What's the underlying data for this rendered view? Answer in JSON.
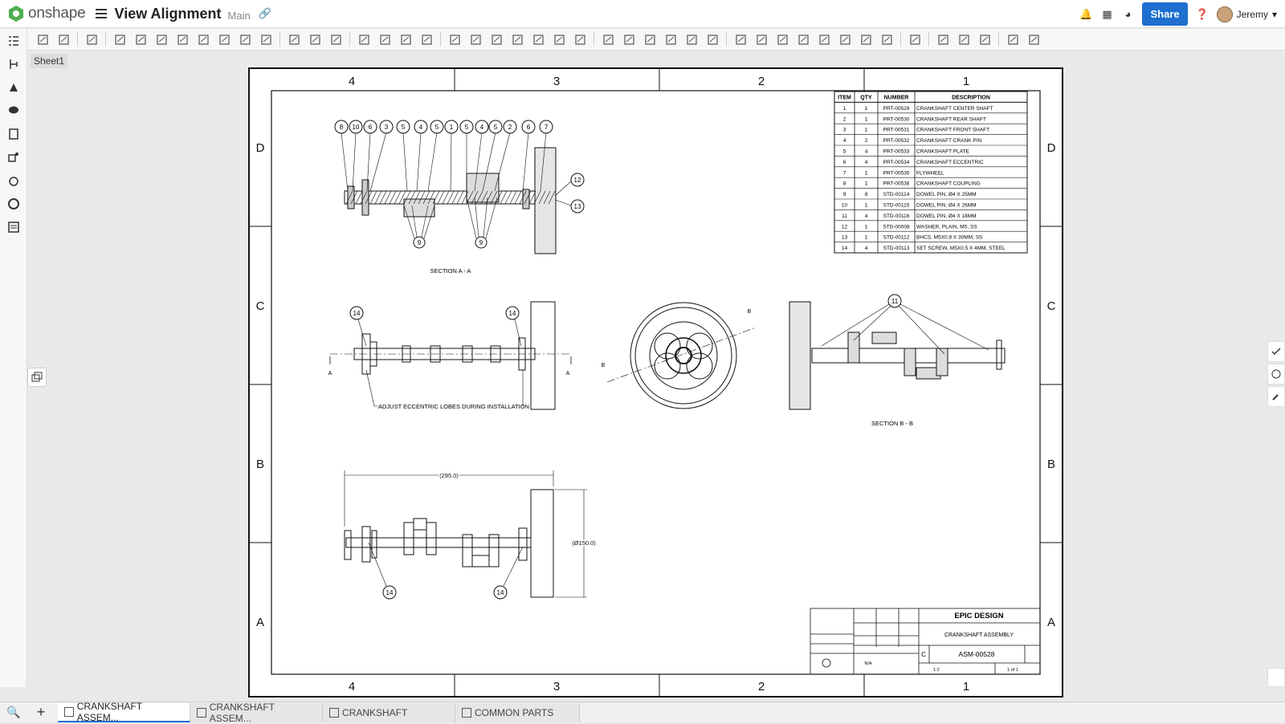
{
  "app": {
    "brand": "onshape",
    "title": "View Alignment",
    "branch": "Main"
  },
  "header": {
    "share_label": "Share",
    "user_name": "Jeremy"
  },
  "sheet_tab": "Sheet1",
  "drawing": {
    "zone_cols": [
      "4",
      "3",
      "2",
      "1"
    ],
    "zone_rows": [
      "D",
      "C",
      "B",
      "A"
    ],
    "section_aa_label": "SECTION A - A",
    "section_bb_label": "SECTION B - B",
    "note_label": "ADJUST ECCENTRIC LOBES DURING INSTALLATION",
    "dim_length": "(295.0)",
    "dim_diameter": "(Ø150.0)",
    "marker_a": "A",
    "marker_b": "B",
    "balloons_top": [
      "8",
      "10",
      "6",
      "3",
      "5",
      "4",
      "5",
      "1",
      "5",
      "4",
      "5",
      "2",
      "6",
      "7"
    ],
    "balloons_misc": {
      "twelve": "12",
      "thirteen": "13",
      "nine": "9",
      "fourteen": "14",
      "eleven": "11"
    },
    "bom": {
      "headers": [
        "ITEM",
        "QTY",
        "NUMBER",
        "DESCRIPTION"
      ],
      "rows": [
        [
          "1",
          "1",
          "PRT-00529",
          "CRANKSHAFT CENTER SHAFT"
        ],
        [
          "2",
          "1",
          "PRT-00530",
          "CRANKSHAFT REAR SHAFT"
        ],
        [
          "3",
          "1",
          "PRT-00531",
          "CRANKSHAFT FRONT SHAFT"
        ],
        [
          "4",
          "2",
          "PRT-00532",
          "CRANKSHAFT CRANK PIN"
        ],
        [
          "5",
          "4",
          "PRT-00533",
          "CRANKSHAFT PLATE"
        ],
        [
          "6",
          "4",
          "PRT-00534",
          "CRANKSHAFT ECCENTRIC"
        ],
        [
          "7",
          "1",
          "PRT-00535",
          "FLYWHEEL"
        ],
        [
          "8",
          "1",
          "PRT-00536",
          "CRANKSHAFT COUPLING"
        ],
        [
          "9",
          "8",
          "STD-00114",
          "DOWEL PIN, Ø4 X 25MM"
        ],
        [
          "10",
          "1",
          "STD-00115",
          "DOWEL PIN, Ø4 X 26MM"
        ],
        [
          "11",
          "4",
          "STD-00116",
          "DOWEL PIN, Ø4 X 18MM"
        ],
        [
          "12",
          "1",
          "STD-00008",
          "WASHER, PLAIN, M5, SS"
        ],
        [
          "13",
          "1",
          "STD-00112",
          "BHCS, M5X0.8 X 30MM, SS"
        ],
        [
          "14",
          "4",
          "STD-00113",
          "SET SCREW, M5X0.5 X 4MM, STEEL"
        ]
      ]
    },
    "title_block": {
      "company": "EPIC DESIGN",
      "title": "CRANKSHAFT ASSEMBLY",
      "size": "C",
      "number": "ASM-00528",
      "scale": "1:2",
      "sheet": "1 of 1",
      "weight": "N/A"
    }
  },
  "tabs": [
    {
      "label": "CRANKSHAFT ASSEM...",
      "active": true
    },
    {
      "label": "CRANKSHAFT ASSEM...",
      "active": false
    },
    {
      "label": "CRANKSHAFT",
      "active": false
    },
    {
      "label": "COMMON PARTS",
      "active": false
    }
  ],
  "colors": {
    "accent": "#1e6fd0",
    "logo_green": "#4caf50"
  }
}
